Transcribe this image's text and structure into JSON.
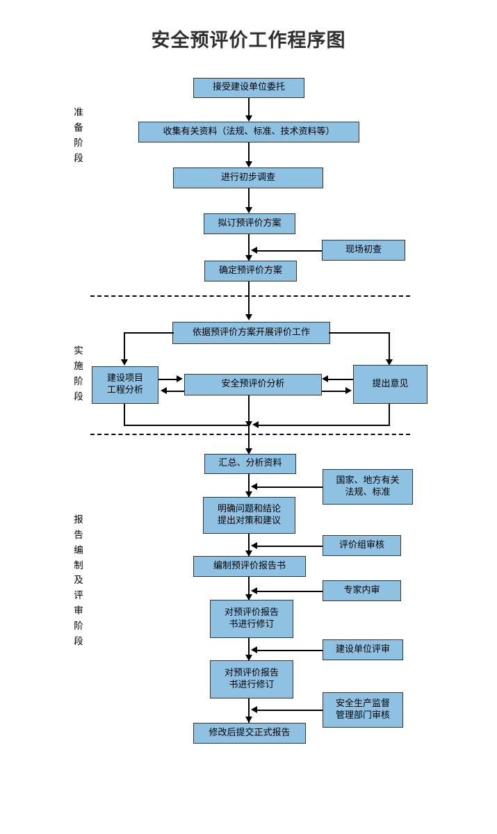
{
  "page": {
    "title": "安全预评价工作程序图",
    "box_fill": "#8fc1e3",
    "box_border": "#333333",
    "line_color": "#000000",
    "background": "#ffffff"
  },
  "stages": [
    {
      "id": "preparation",
      "label": "准备阶段"
    },
    {
      "id": "implementation",
      "label": "实施阶段"
    },
    {
      "id": "report-review",
      "label": "报告编制及评审阶段"
    }
  ],
  "nodes": {
    "accept_commission": {
      "line1": "接受建设单位委托",
      "line2": ""
    },
    "collect_materials": {
      "line1": "收集有关资料（法规、标准、技术资料等）",
      "line2": ""
    },
    "preliminary_survey": {
      "line1": "进行初步调查",
      "line2": ""
    },
    "draft_plan": {
      "line1": "拟订预评价方案",
      "line2": ""
    },
    "site_inspection": {
      "line1": "现场初查",
      "line2": ""
    },
    "confirm_plan": {
      "line1": "确定预评价方案",
      "line2": ""
    },
    "carry_out_evaluation": {
      "line1": "依据预评价方案开展评价工作",
      "line2": ""
    },
    "project_engineering_analysis": {
      "line1": "建设项目",
      "line2": "工程分析"
    },
    "safety_pre_evaluation_analysis": {
      "line1": "安全预评价分析",
      "line2": ""
    },
    "raise_opinions": {
      "line1": "提出意见",
      "line2": ""
    },
    "summarize_analyze": {
      "line1": "汇总、分析资料",
      "line2": ""
    },
    "national_local_regulations": {
      "line1": "国家、地方有关",
      "line2": "法规、标准"
    },
    "clarify_problems": {
      "line1": "明确问题和结论",
      "line2": "提出对策和建议"
    },
    "review_group_audit": {
      "line1": "评价组审核",
      "line2": ""
    },
    "compile_report": {
      "line1": "编制预评价报告书",
      "line2": ""
    },
    "expert_internal_review": {
      "line1": "专家内审",
      "line2": ""
    },
    "revise_report_1": {
      "line1": "对预评价报告",
      "line2": "书进行修订"
    },
    "construction_unit_review": {
      "line1": "建设单位评审",
      "line2": ""
    },
    "revise_report_2": {
      "line1": "对预评价报告",
      "line2": "书进行修订"
    },
    "safety_supervision_review": {
      "line1": "安全生产监督",
      "line2": "管理部门审核"
    },
    "submit_formal_report": {
      "line1": "修改后提交正式报告",
      "line2": ""
    }
  }
}
